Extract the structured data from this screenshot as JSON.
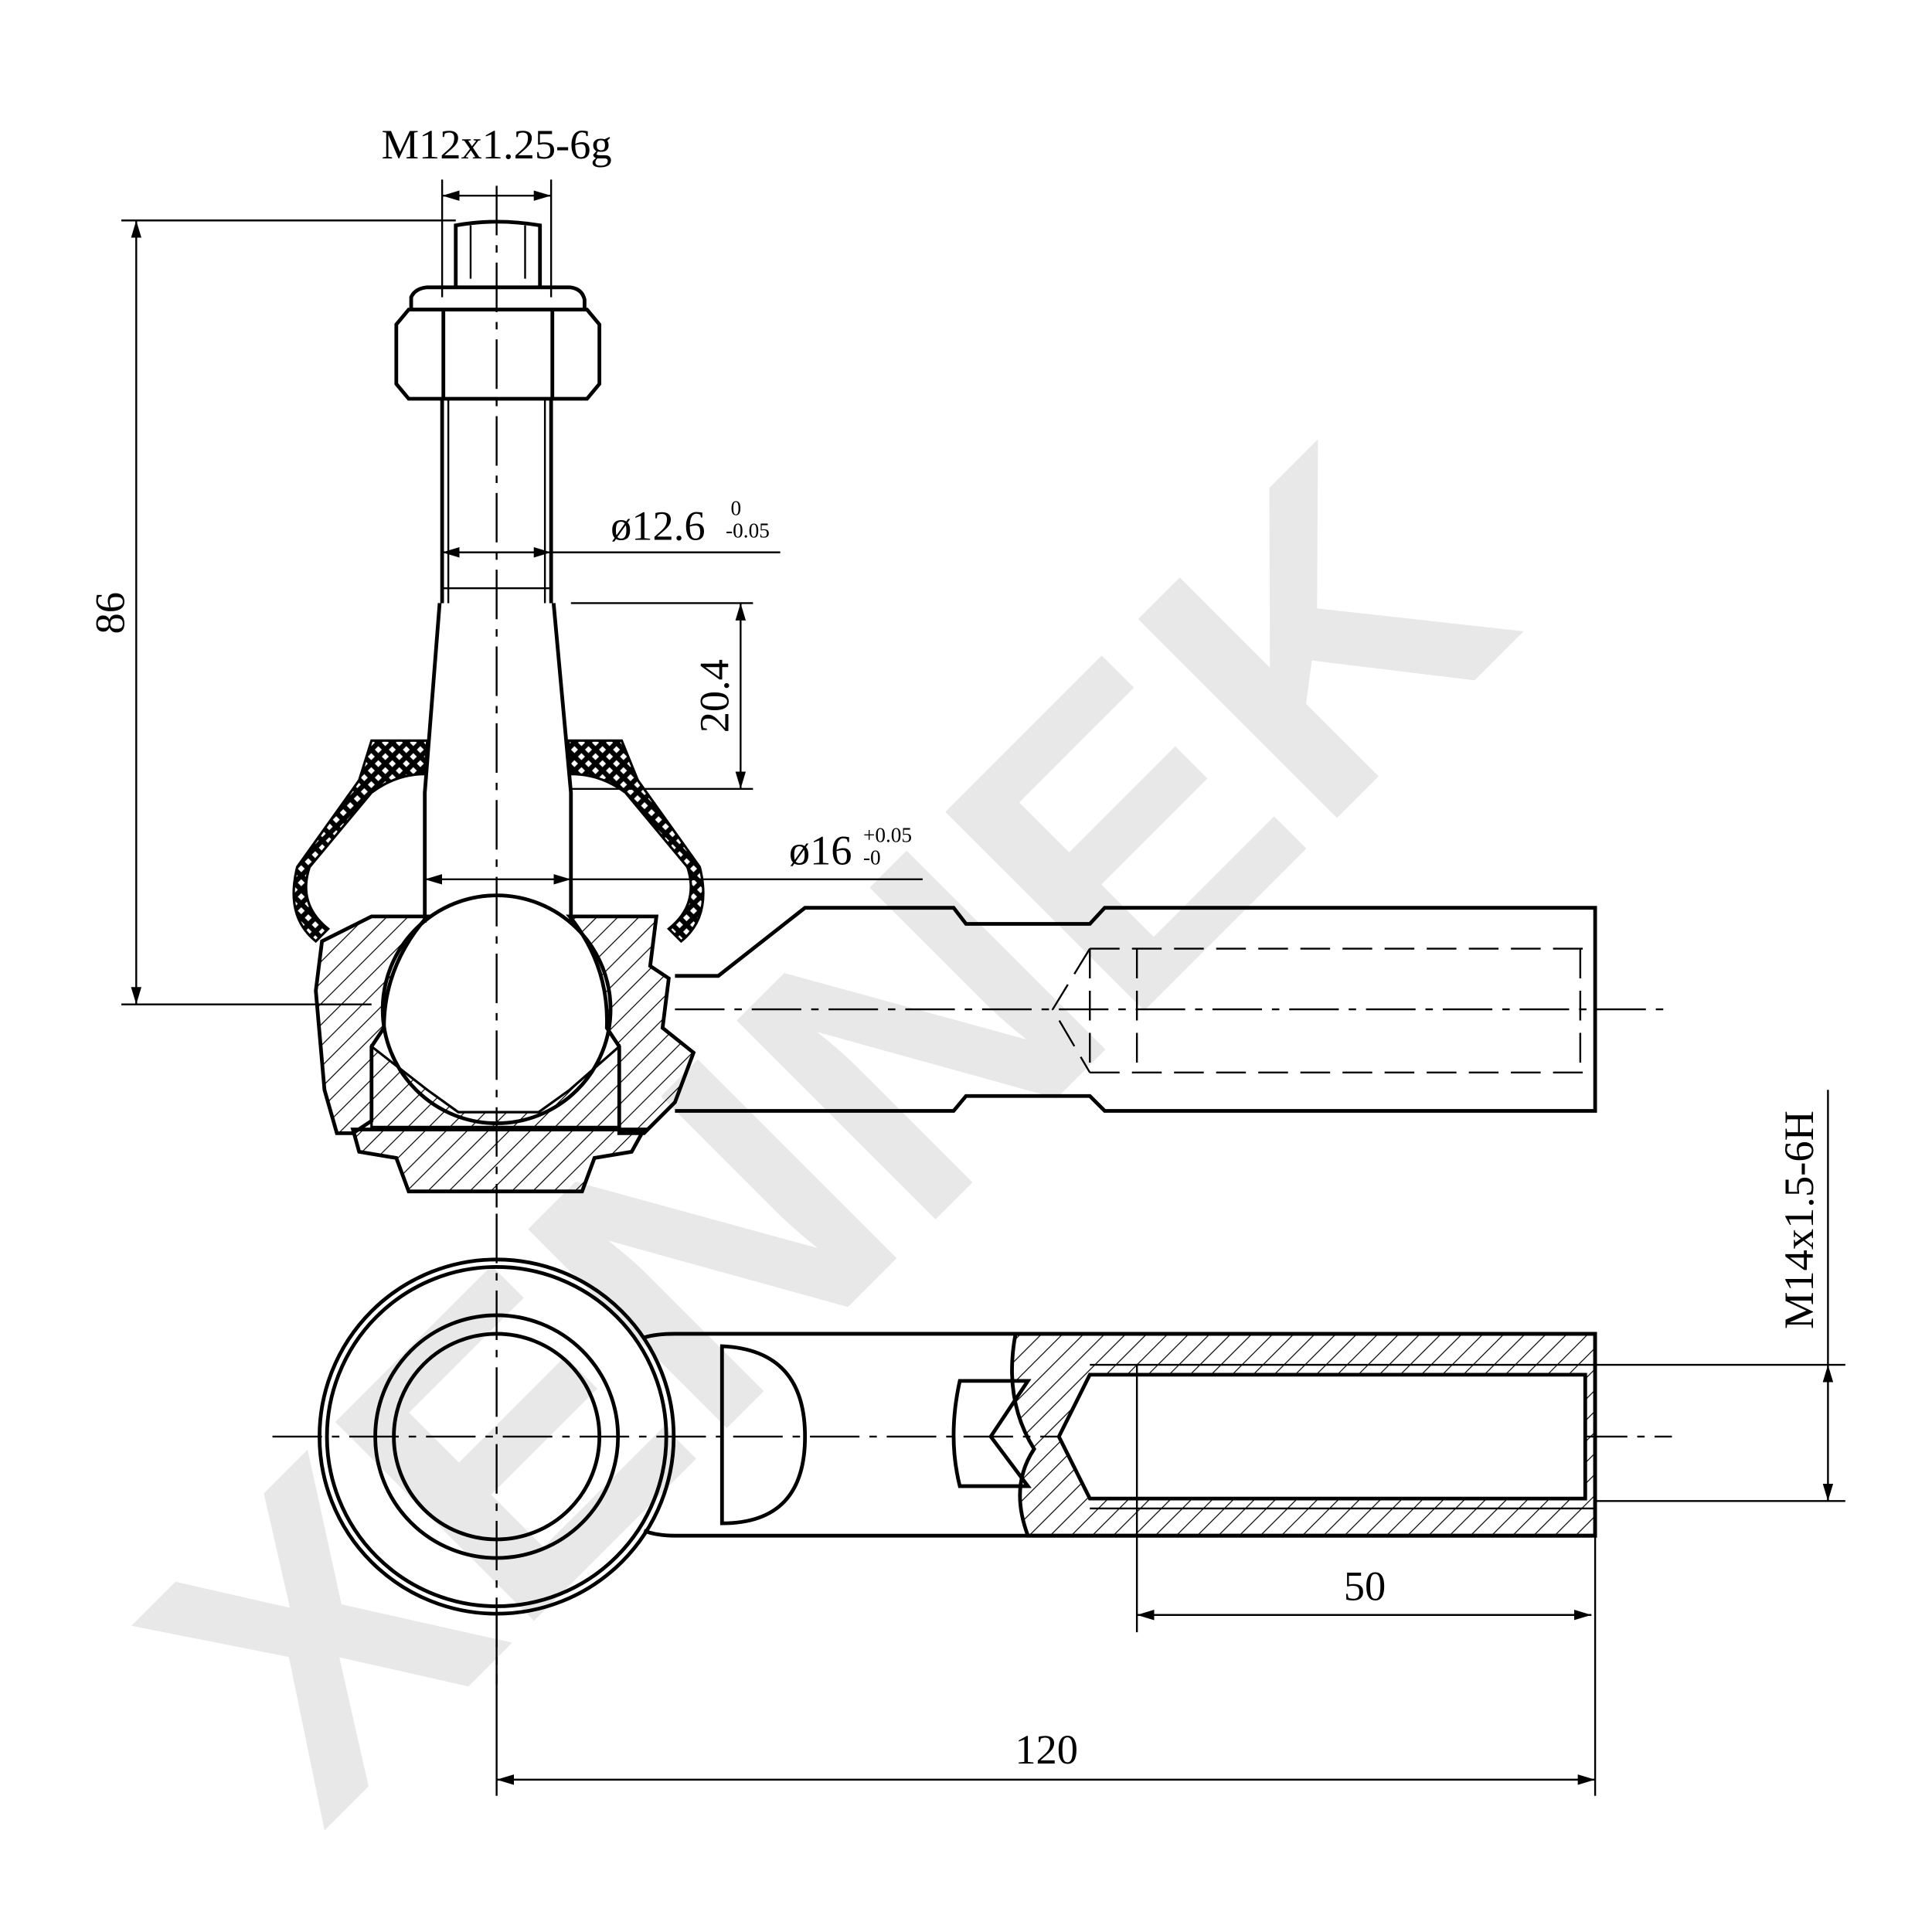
{
  "watermark": "XENNEK",
  "colors": {
    "line": "#000000",
    "watermark": "#e8e8e8",
    "background": "#ffffff"
  },
  "dimensions": {
    "stud_thread": "M12x1.25-6g",
    "overall_height": "86",
    "taper_length": "20.4",
    "neck_diameter": {
      "value": "ø12.6",
      "upper_tol": "0",
      "lower_tol": "-0.05"
    },
    "ball_diameter": {
      "value": "ø16",
      "upper_tol": "+0.05",
      "lower_tol": "-0"
    },
    "inner_thread": "M14x1.5-6H",
    "thread_depth": "50",
    "overall_length": "120"
  }
}
